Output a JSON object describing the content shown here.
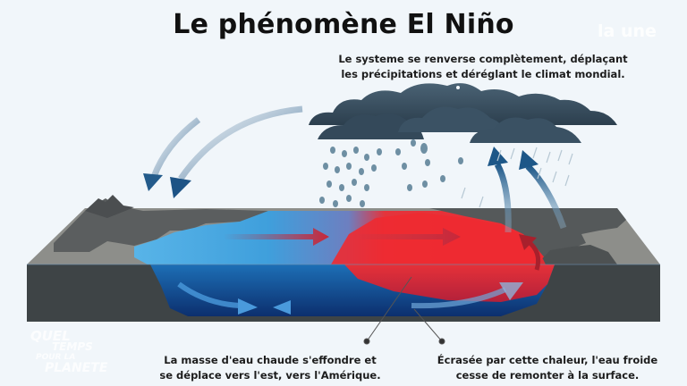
{
  "title": "Le phénomène El Niño",
  "logo": {
    "text": "la une",
    "icon": "broadcaster-logo"
  },
  "captions": {
    "top": [
      "Le systeme se renverse complètement, déplaçant",
      "les précipitations et déréglant le climat mondial."
    ],
    "left": [
      "La masse d'eau chaude s'effondre et",
      "se déplace vers l'est, vers l'Amérique."
    ],
    "right": [
      "Écrasée par cette chaleur, l'eau froide",
      "cesse de remonter à la surface."
    ]
  },
  "watermark": {
    "lines": [
      "QUEL",
      "TEMPS",
      "POUR LA",
      "PLANETE"
    ]
  },
  "colors": {
    "background": "#f1f6fa",
    "warm_water": "#e8262e",
    "cold_water": "#1f63a8",
    "surface_blue": "#4fa9e0",
    "land": "#5c5f5f",
    "slab_side": "#3f4547",
    "cloud": "#3f5566",
    "rain": "#6e8fa3",
    "arrow_air": "#2b5f8a"
  },
  "diagram": {
    "labels": {
      "air_descending": "descending-air-arrows",
      "air_rising": "rising-air-arrows",
      "surface_current": "eastward-surface-current",
      "deep_current": "deep-ocean-circulation",
      "clouds": "storm-clouds-over-central-pacific"
    }
  }
}
